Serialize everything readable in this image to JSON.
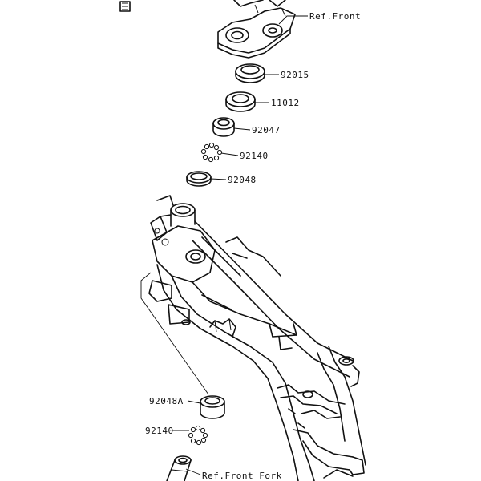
{
  "diagram": {
    "callouts": {
      "ref_front_top": "Ref.Front",
      "p92015": "92015",
      "p11012": "11012",
      "p92047": "92047",
      "p92140_top": "92140",
      "p92048": "92048",
      "p92048a": "92048A",
      "p92140_bottom": "92140",
      "ref_front_fork": "Ref.Front Fork"
    }
  }
}
